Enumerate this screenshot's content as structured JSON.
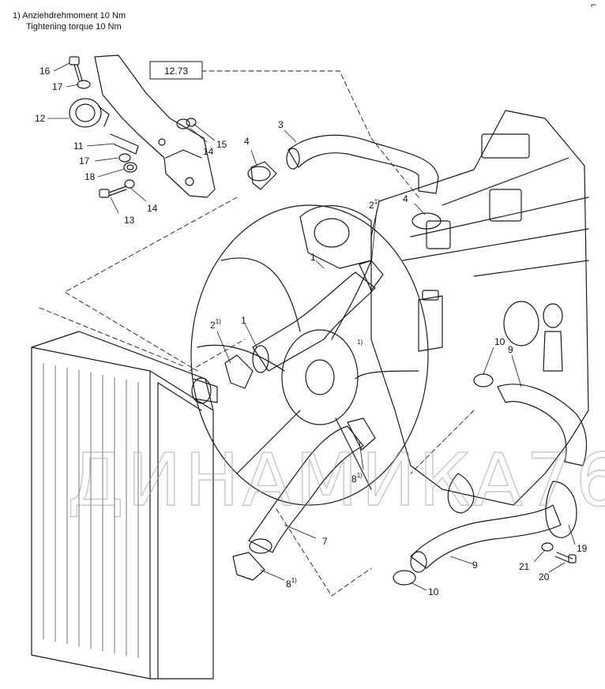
{
  "notes": {
    "line1": "1)  Anziehdrehmoment 10 Nm",
    "line2": "Tightening torque 10 Nm"
  },
  "reference_box": "12.73",
  "corner_mark": "⌐",
  "watermark": "ДИНАМИКА76",
  "labels": {
    "l16": "16",
    "l17a": "17",
    "l12": "12",
    "l11": "11",
    "l17b": "17",
    "l18": "18",
    "l13": "13",
    "l14a": "14",
    "l14b": "14",
    "l15": "15",
    "l4a": "4",
    "l3": "3",
    "l2a": "2",
    "l4b": "4",
    "l1a": "1",
    "l1b": "1",
    "l2b": "2",
    "l10a": "10",
    "l9a": "9",
    "l8a": "8",
    "l7": "7",
    "l8b": "8",
    "l9b": "9",
    "l10b": "10",
    "l19": "19",
    "l21": "21",
    "l20": "20"
  },
  "footnote_mark": "1)"
}
